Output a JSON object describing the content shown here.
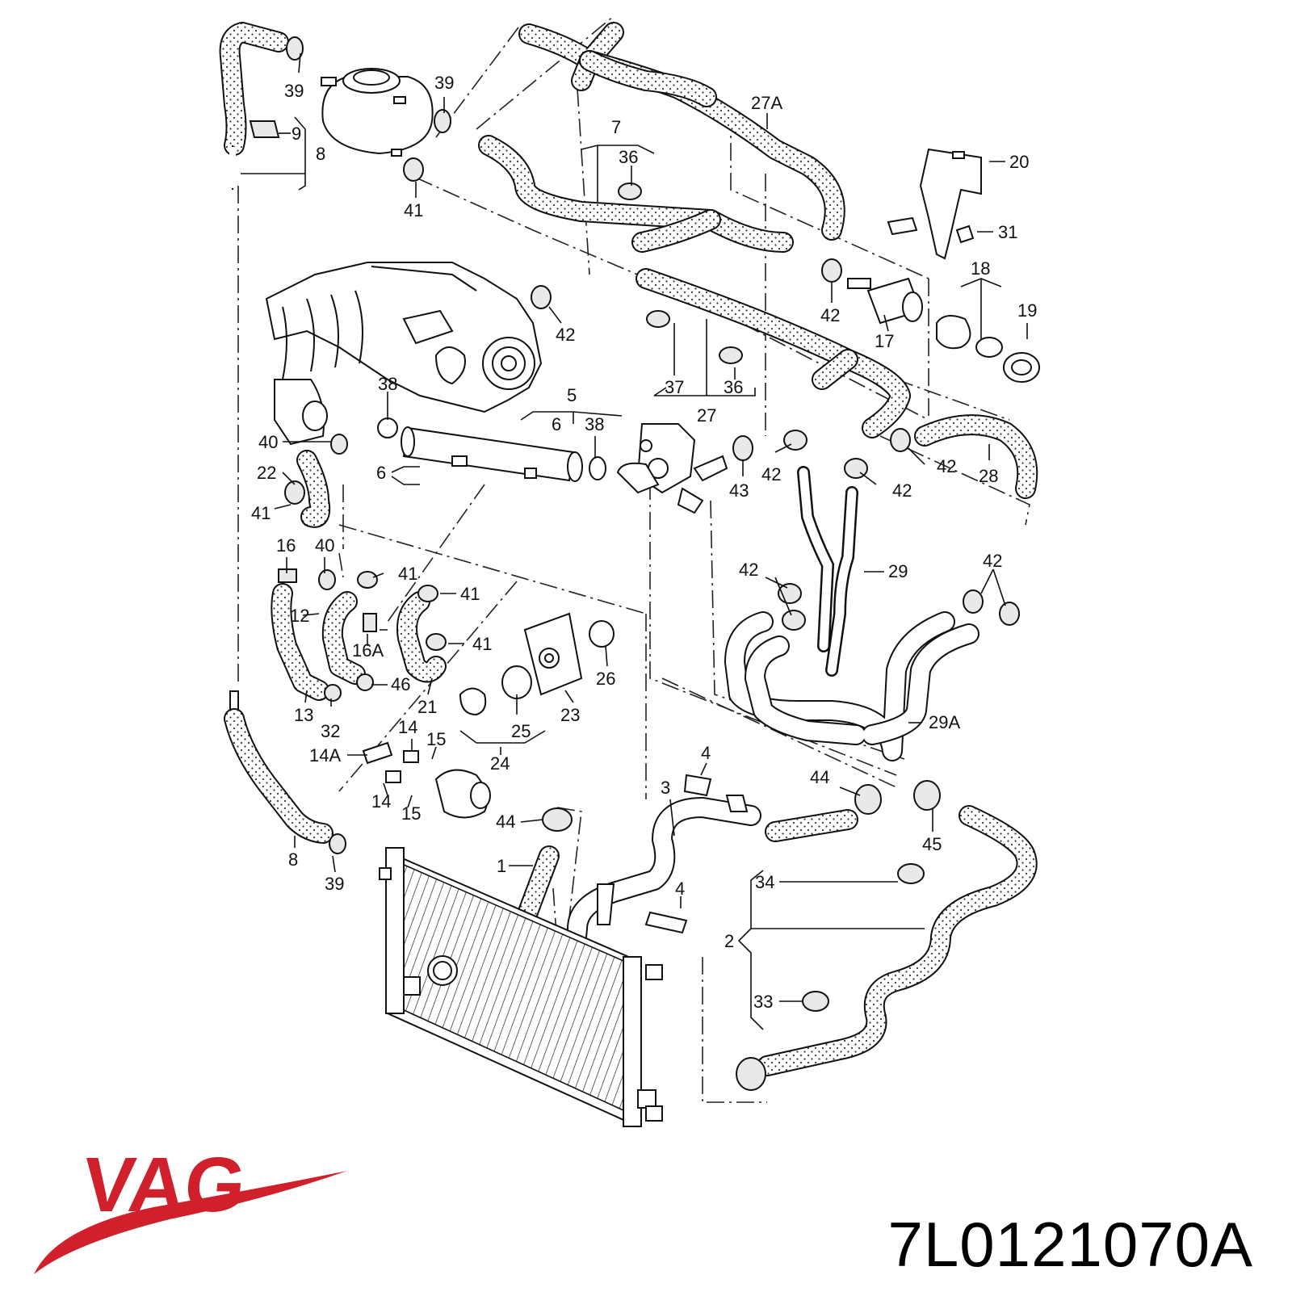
{
  "brand": {
    "logo_text": "VAG",
    "color": "#d0202b"
  },
  "part_number": "7L0121070A",
  "callouts": [
    {
      "id": "c39a",
      "text": "39"
    },
    {
      "id": "c39b",
      "text": "39"
    },
    {
      "id": "c9",
      "text": "9"
    },
    {
      "id": "c8a",
      "text": "8"
    },
    {
      "id": "c41a",
      "text": "41"
    },
    {
      "id": "c7",
      "text": "7"
    },
    {
      "id": "c36a",
      "text": "36"
    },
    {
      "id": "c27A",
      "text": "27A"
    },
    {
      "id": "c20",
      "text": "20"
    },
    {
      "id": "c31",
      "text": "31"
    },
    {
      "id": "c18",
      "text": "18"
    },
    {
      "id": "c19",
      "text": "19"
    },
    {
      "id": "c42a",
      "text": "42"
    },
    {
      "id": "c42b",
      "text": "42"
    },
    {
      "id": "c17",
      "text": "17"
    },
    {
      "id": "c37",
      "text": "37"
    },
    {
      "id": "c36b",
      "text": "36"
    },
    {
      "id": "c27",
      "text": "27"
    },
    {
      "id": "c38a",
      "text": "38"
    },
    {
      "id": "c5",
      "text": "5"
    },
    {
      "id": "c6a",
      "text": "6"
    },
    {
      "id": "c38b",
      "text": "38"
    },
    {
      "id": "c40a",
      "text": "40"
    },
    {
      "id": "c22",
      "text": "22"
    },
    {
      "id": "c6b",
      "text": "6"
    },
    {
      "id": "c41b",
      "text": "41"
    },
    {
      "id": "c43",
      "text": "43"
    },
    {
      "id": "c42c",
      "text": "42"
    },
    {
      "id": "c42d",
      "text": "42"
    },
    {
      "id": "c42e",
      "text": "42"
    },
    {
      "id": "c28",
      "text": "28"
    },
    {
      "id": "c16",
      "text": "16"
    },
    {
      "id": "c40b",
      "text": "40"
    },
    {
      "id": "c41c",
      "text": "41"
    },
    {
      "id": "c41d",
      "text": "41"
    },
    {
      "id": "c12",
      "text": "12"
    },
    {
      "id": "c16A",
      "text": "16A"
    },
    {
      "id": "c41e",
      "text": "41"
    },
    {
      "id": "c42f",
      "text": "42"
    },
    {
      "id": "c29",
      "text": "29"
    },
    {
      "id": "c42g",
      "text": "42"
    },
    {
      "id": "c26",
      "text": "26"
    },
    {
      "id": "c46",
      "text": "46"
    },
    {
      "id": "c13",
      "text": "13"
    },
    {
      "id": "c21",
      "text": "21"
    },
    {
      "id": "c23",
      "text": "23"
    },
    {
      "id": "c29A",
      "text": "29A"
    },
    {
      "id": "c32",
      "text": "32"
    },
    {
      "id": "c25",
      "text": "25"
    },
    {
      "id": "c14a",
      "text": "14"
    },
    {
      "id": "c15a",
      "text": "15"
    },
    {
      "id": "c14A",
      "text": "14A"
    },
    {
      "id": "c24",
      "text": "24"
    },
    {
      "id": "c4a",
      "text": "4"
    },
    {
      "id": "c3",
      "text": "3"
    },
    {
      "id": "c44a",
      "text": "44"
    },
    {
      "id": "c14b",
      "text": "14"
    },
    {
      "id": "c15b",
      "text": "15"
    },
    {
      "id": "c44b",
      "text": "44"
    },
    {
      "id": "c45",
      "text": "45"
    },
    {
      "id": "c1",
      "text": "1"
    },
    {
      "id": "c8b",
      "text": "8"
    },
    {
      "id": "c39c",
      "text": "39"
    },
    {
      "id": "c34",
      "text": "34"
    },
    {
      "id": "c4b",
      "text": "4"
    },
    {
      "id": "c2",
      "text": "2"
    },
    {
      "id": "c33",
      "text": "33"
    }
  ]
}
